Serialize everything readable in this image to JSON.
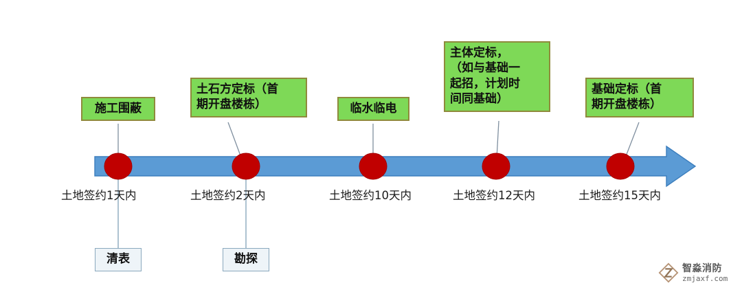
{
  "diagram": {
    "type": "timeline",
    "title": "",
    "axis": {
      "bar_color": "#5b9bd5",
      "bar_border_color": "#3c7ebd",
      "node_color": "#c00000",
      "connector_color": "#7f8f9f"
    },
    "milestones": [
      {
        "id": "m1",
        "label": "施工围蔽",
        "date": "土地签约1天内",
        "box_color": "#7ed957",
        "box_border": "#8f8a3c"
      },
      {
        "id": "m2",
        "label": "土石方定标（首\n期开盘楼栋）",
        "date": "土地签约2天内",
        "box_color": "#7ed957",
        "box_border": "#8f8a3c"
      },
      {
        "id": "m3",
        "label": "临水临电",
        "date": "土地签约10天内",
        "box_color": "#7ed957",
        "box_border": "#8f8a3c"
      },
      {
        "id": "m4",
        "label": "主体定标，\n（如与基础一\n起招，计划时\n间同基础）",
        "date": "土地签约12天内",
        "box_color": "#7ed957",
        "box_border": "#8f8a3c"
      },
      {
        "id": "m5",
        "label": "基础定标（首\n期开盘楼栋）",
        "date": "土地签约15天内",
        "box_color": "#7ed957",
        "box_border": "#8f8a3c"
      }
    ],
    "subtasks": [
      {
        "id": "s1",
        "label": "清表",
        "box_color": "#eef4f8",
        "box_border": "#8aa8bd"
      },
      {
        "id": "s2",
        "label": "勘探",
        "box_color": "#eef4f8",
        "box_border": "#8aa8bd"
      }
    ]
  },
  "watermark": {
    "title": "智淼消防",
    "url": "zmjaxf.com"
  }
}
